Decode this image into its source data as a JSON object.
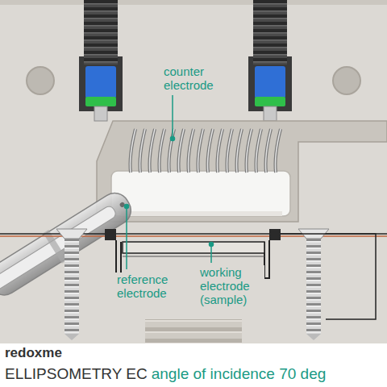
{
  "diagram": {
    "labels": [
      "counter electrode",
      "reference electrode",
      "working electrode (sample)",
      "redoxme",
      "ELLIPSOMETRY EC",
      "angle of incidence 70 deg"
    ]
  }
}
